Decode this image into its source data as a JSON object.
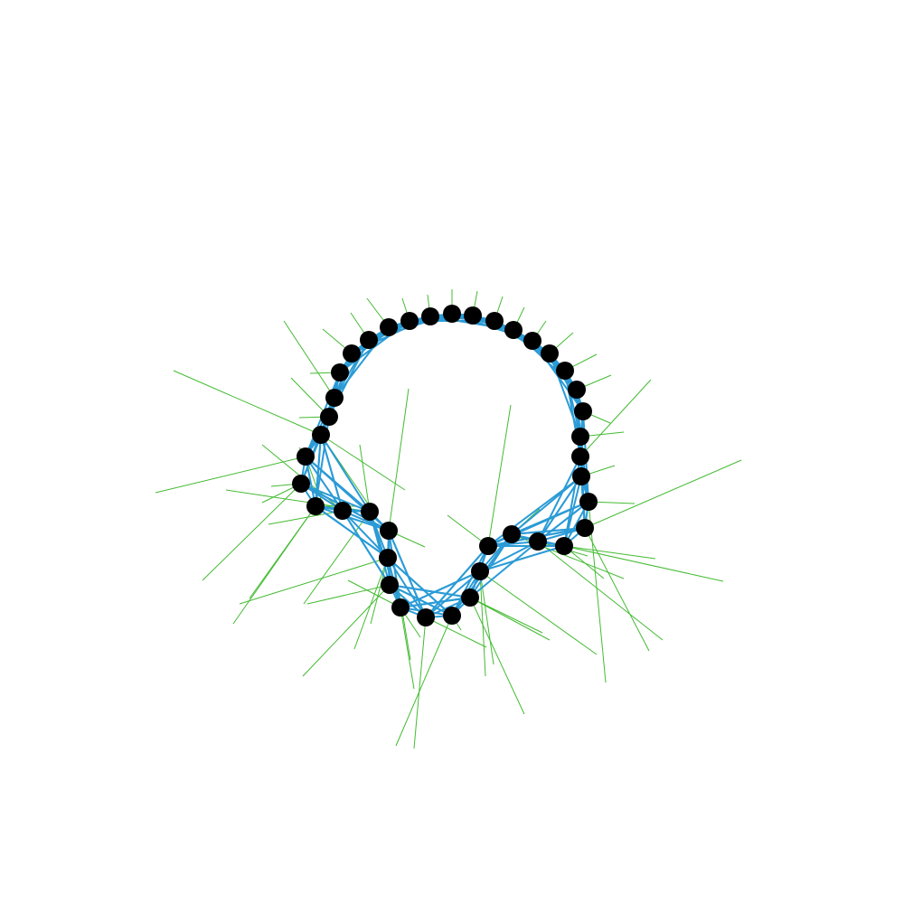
{
  "colors": {
    "background": "#ffffff",
    "node": "#000000",
    "ring_edge": "#2b9bd6",
    "spoke_edge": "#44bb33"
  },
  "graph": {
    "node_count": 40,
    "ring_edge_count": 158,
    "spoke_edge_count": 72
  }
}
